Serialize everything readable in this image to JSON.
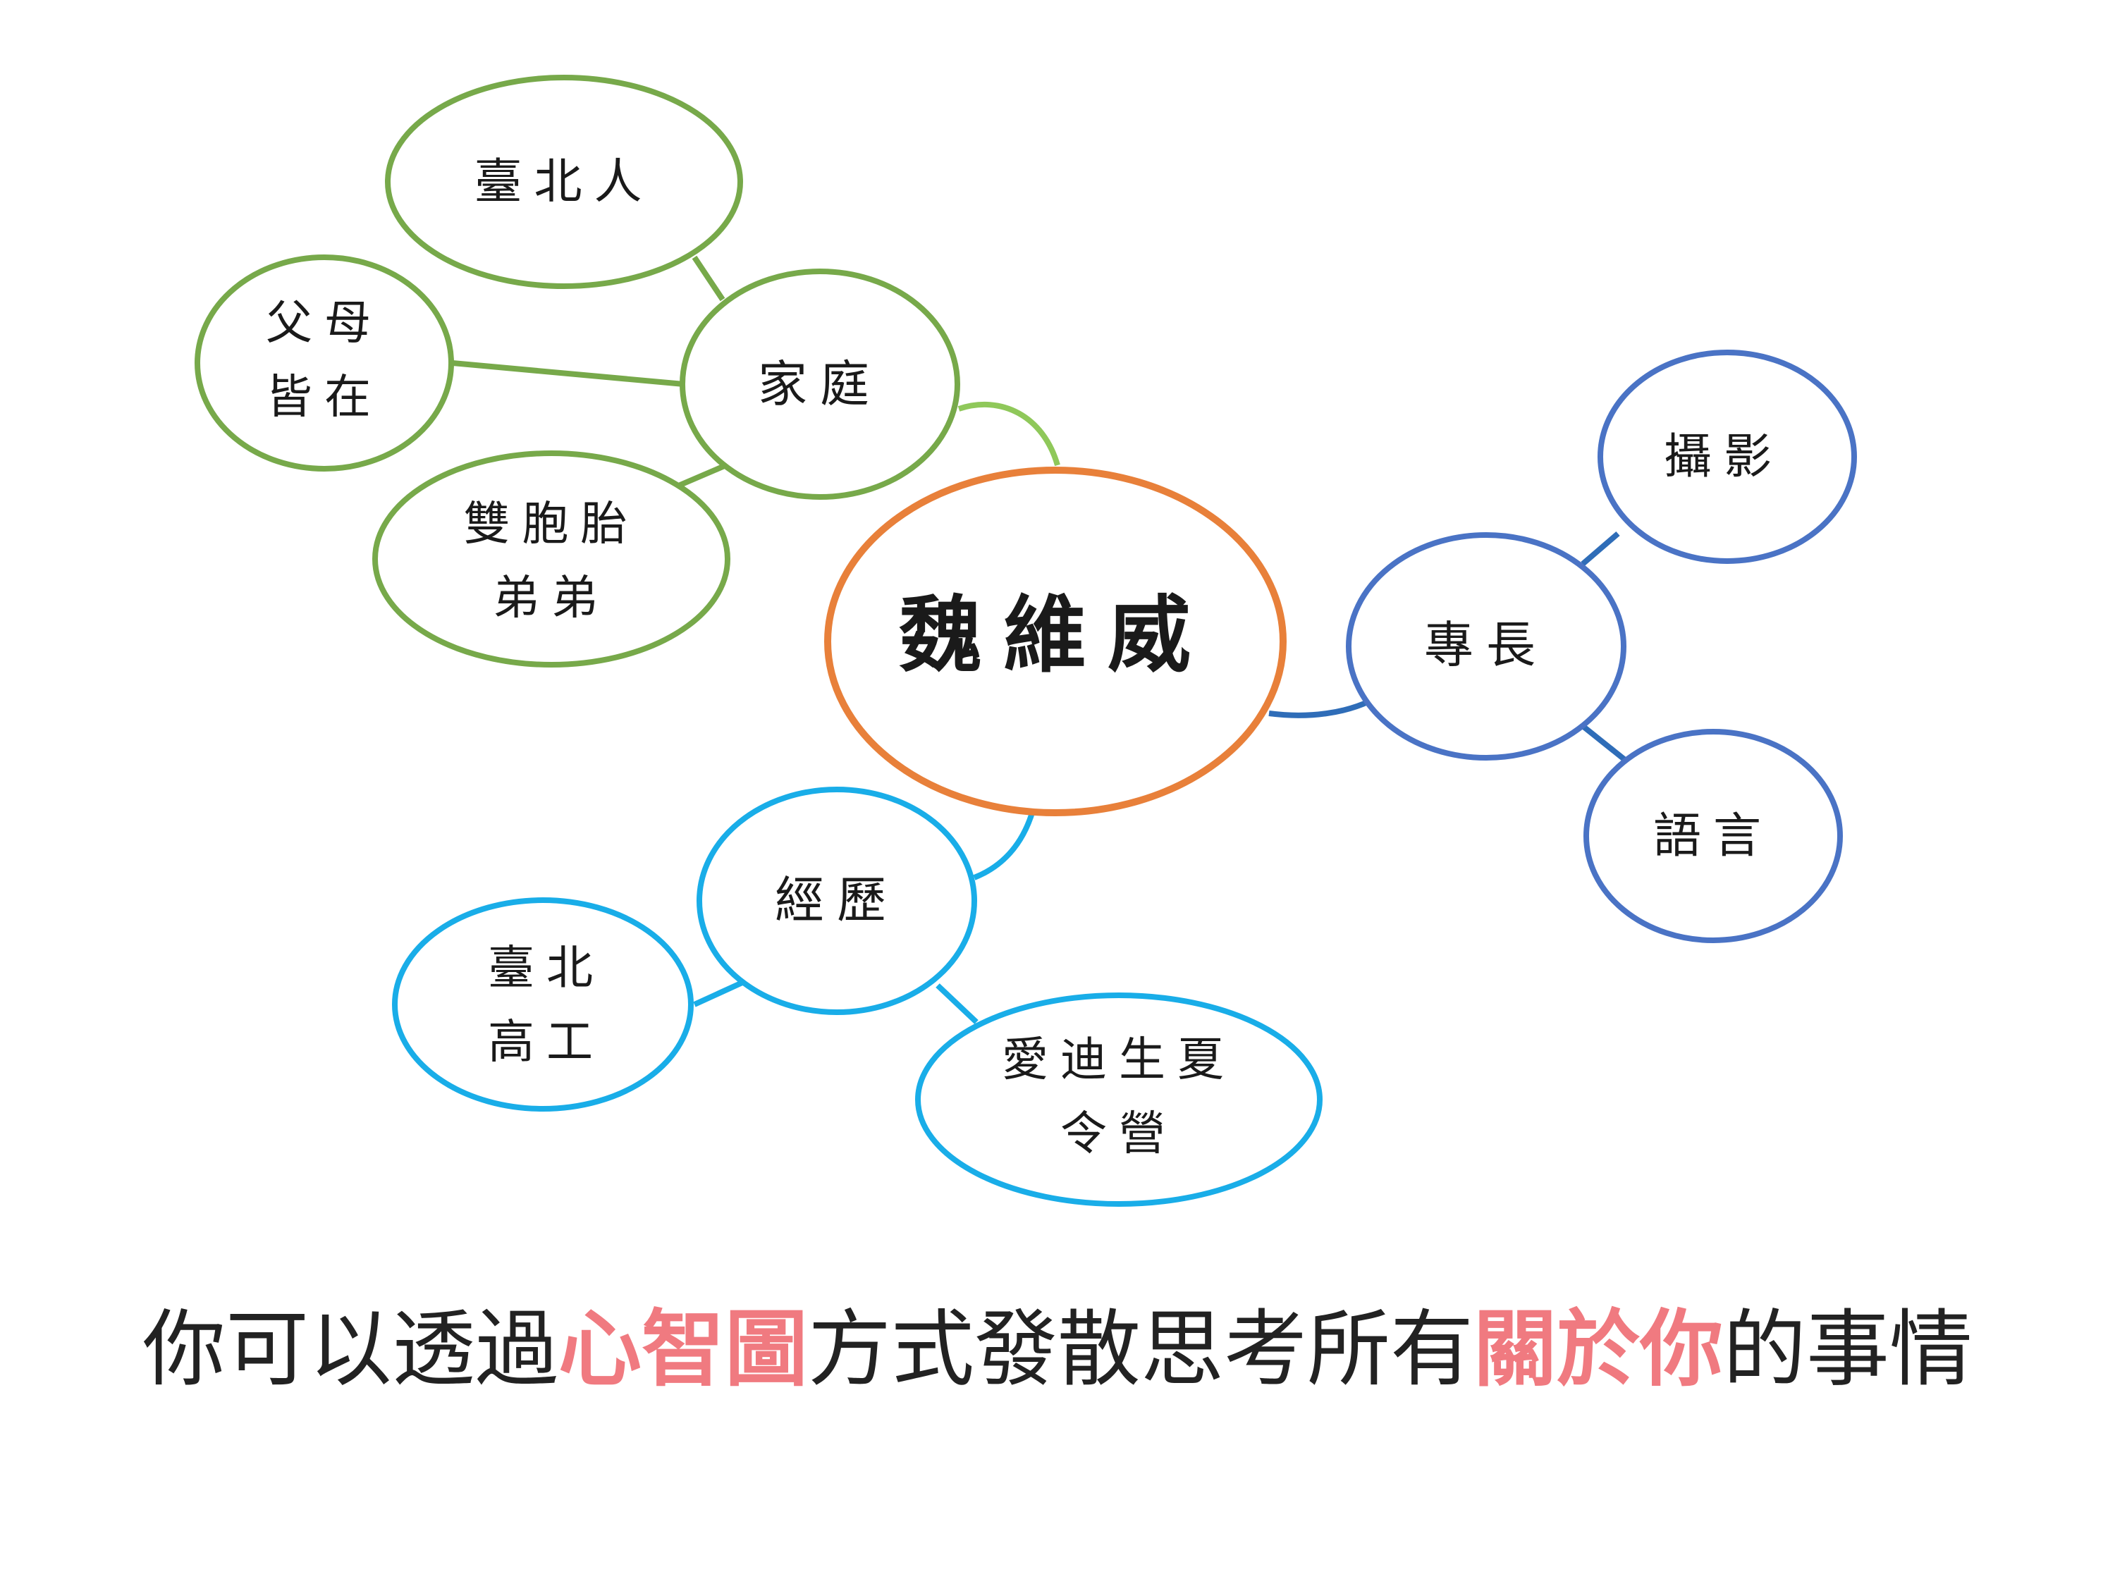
{
  "colors": {
    "center": "#e8803a",
    "family": "#77a94a",
    "family_link": "#8fc85a",
    "skills": "#4a73c5",
    "skills_link": "#2f6db8",
    "experience": "#19ade8",
    "highlight": "#f07a80",
    "text": "#222222"
  },
  "nodes": {
    "center": {
      "lines": [
        "魏維威"
      ]
    },
    "family": {
      "lines": [
        "家庭"
      ]
    },
    "family_taipei": {
      "lines": [
        "臺北人"
      ]
    },
    "family_parents": {
      "lines": [
        "父母",
        "皆在"
      ]
    },
    "family_twins": {
      "lines": [
        "雙胞胎",
        "弟弟"
      ]
    },
    "skills": {
      "lines": [
        "專長"
      ]
    },
    "skills_photo": {
      "lines": [
        "攝影"
      ]
    },
    "skills_language": {
      "lines": [
        "語言"
      ]
    },
    "experience": {
      "lines": [
        "經歷"
      ]
    },
    "exp_school": {
      "lines": [
        "臺北",
        "高工"
      ]
    },
    "exp_camp": {
      "lines": [
        "愛迪生夏",
        "令營"
      ]
    }
  },
  "caption": {
    "part1": "你可以透過",
    "highlight1": "心智圖",
    "part2": "方式發散思考所有",
    "highlight2": "關於你",
    "part3": "的事情"
  }
}
